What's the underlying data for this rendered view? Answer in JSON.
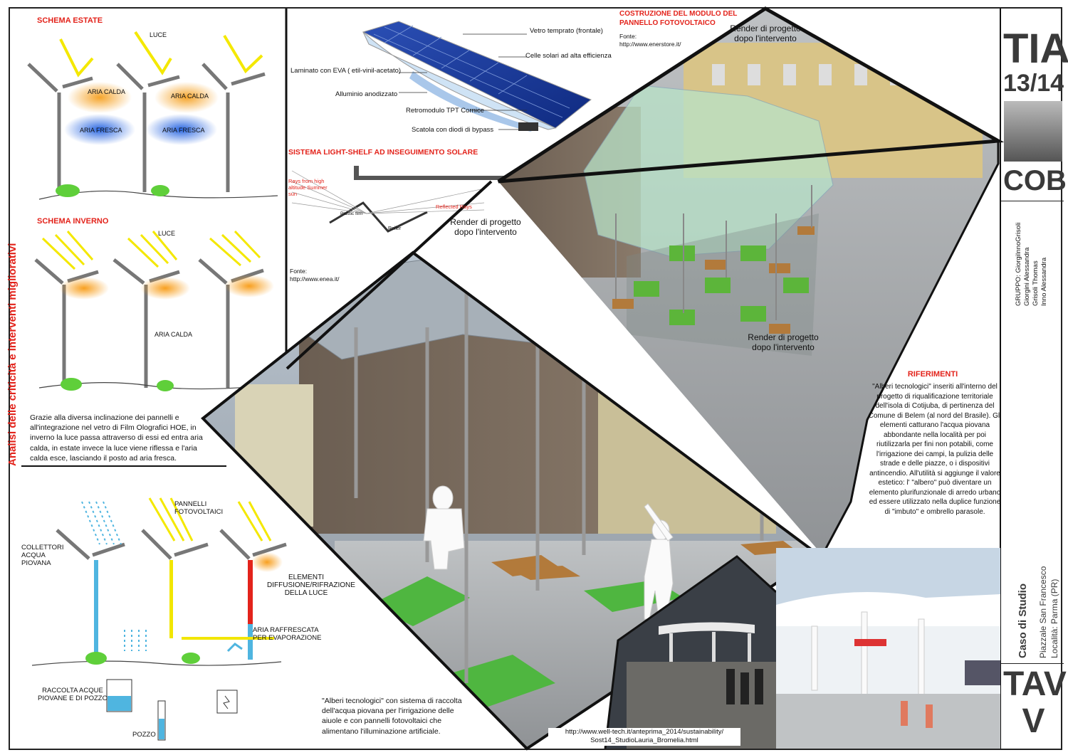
{
  "title_block": {
    "course_line1": "TIA",
    "course_line2": "13/14",
    "code": "COB",
    "group_lines": [
      "GRUPPO: GiorgiInnoGrisoli",
      "Giorgini Alessandra",
      "Grisoli Thomas",
      "Inno Alessandra"
    ],
    "case_study": "Caso di Studio",
    "location_lines": [
      "Piazzale San Francesco",
      "Località: Parma (PR)"
    ],
    "table_line1": "TAV",
    "table_line2": "V"
  },
  "vertical_title": "Analisi delle criticità e interventi migliorativi",
  "summer_scheme": {
    "title": "SCHEMA ESTATE",
    "light": "LUCE",
    "hot_air": "ARIA CALDA",
    "cool_air": "ARIA FRESCA"
  },
  "winter_scheme": {
    "title": "SCHEMA INVERNO",
    "light": "LUCE",
    "hot_air": "ARIA CALDA"
  },
  "scheme_caption": "Grazie alla diversa inclinazione dei pannelli e all'integrazione nel vetro di Film Olografici HOE, in inverno la luce passa attraverso di essi ed entra aria calda, in estate invece la luce viene riflessa e l'aria calda esce, lasciando il posto ad aria fresca.",
  "water_scheme": {
    "collectors": "COLLETTORI ACQUA PIOVANA",
    "panels": "PANNELLI FOTOVOLTAICI",
    "diffusion": "ELEMENTI DIFFUSIONE/RIFRAZIONE DELLA LUCE",
    "cooled_air": "ARIA RAFFRESCATA PER EVAPORAZIONE",
    "collection": "RACCOLTA ACQUE PIOVANE E DI POZZO",
    "well": "POZZO"
  },
  "pv_module": {
    "title": "COSTRUZIONE DEL MODULO DEL PANNELLO FOTOVOLTAICO",
    "source_label": "Fonte:",
    "source_url": "http://www.enerstore.it/",
    "labels": [
      "Vetro temprato (frontale)",
      "Celle solari ad alta efficienza",
      "Laminato con EVA ( etil-vinil-acetato)",
      "Alluminio anodizzato",
      "Retromodulo TPT Cornice",
      "Scatola con diodi di bypass"
    ]
  },
  "light_shelf": {
    "title": "SISTEMA LIGHT-SHELF AD INSEGUIMENTO SOLARE",
    "rays_high": "Rays from high altitude Summer sun",
    "reflected": "Reflected Rays",
    "plastic": "Plastic film",
    "roller": "Roller",
    "source_label": "Fonte:",
    "source_url": "http://www.enea.it/"
  },
  "render_label": "Render di progetto dopo l'intervento",
  "trees_caption": "\"Alberi tecnologici\" con sistema di raccolta dell'acqua piovana per l'irrigazione delle aiuole e con pannelli fotovoltaici che alimentano l'illuminazione artificiale.",
  "references": {
    "title": "RIFERIMENTI",
    "text": "\"Alberi tecnologici\" inseriti all'interno del progetto di riqualificazione territoriale dell'isola di Cotijuba, di pertinenza del Comune di Belem (al nord del Brasile). Gli elementi catturano l'acqua piovana abbondante nella località per poi riutilizzarla per fini non potabili, come l'irrigazione dei campi, la pulizia delle strade e delle piazze, o i dispositivi antincendio. All'utilità si aggiunge il valore estetico: l' \"albero\" può diventare un elemento plurifunzionale di arredo urbano ed essere utilizzato nella duplice funzione di \"imbuto\" e ombrello parasole."
  },
  "photo_url": "http://www.well-tech.it/anteprima_2014/sustainability/ Sost14_StudioLauria_Bromelia.html",
  "colors": {
    "accent_red": "#e3231b",
    "title_grey": "#3a3a3a",
    "panel_yellow": "#f2e600",
    "water_blue": "#4fb5e0"
  }
}
